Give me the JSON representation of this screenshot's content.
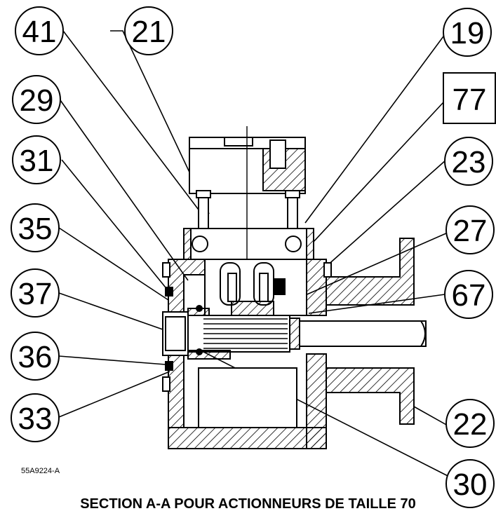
{
  "drawing_id": "55A9224-A",
  "caption": "SECTION A-A POUR ACTIONNEURS DE TAILLE 70",
  "callouts": {
    "c41": "41",
    "c21": "21",
    "c19": "19",
    "c29": "29",
    "c77": "77",
    "c31": "31",
    "c23": "23",
    "c35": "35",
    "c27": "27",
    "c37": "37",
    "c67": "67",
    "c36": "36",
    "c33": "33",
    "c22": "22",
    "c30": "30"
  }
}
